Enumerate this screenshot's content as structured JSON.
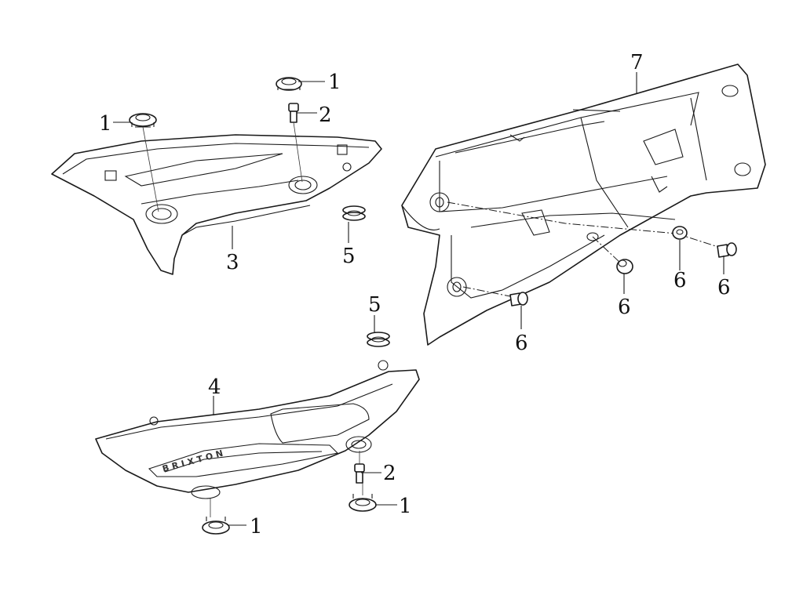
{
  "diagram": {
    "parts": {
      "cap_top": "1",
      "cap_left": "1",
      "bolt_top": "2",
      "cover_right": "3",
      "grommet_top": "5",
      "grommet_mid": "5",
      "tray": "7",
      "fastener_a": "6",
      "fastener_b": "6",
      "fastener_c": "6",
      "fastener_d": "6",
      "cover_left": "4",
      "bolt_bottom": "2",
      "cap_bottom_right": "1",
      "cap_bottom_left": "1"
    },
    "brand_text": "BRIXTON"
  }
}
